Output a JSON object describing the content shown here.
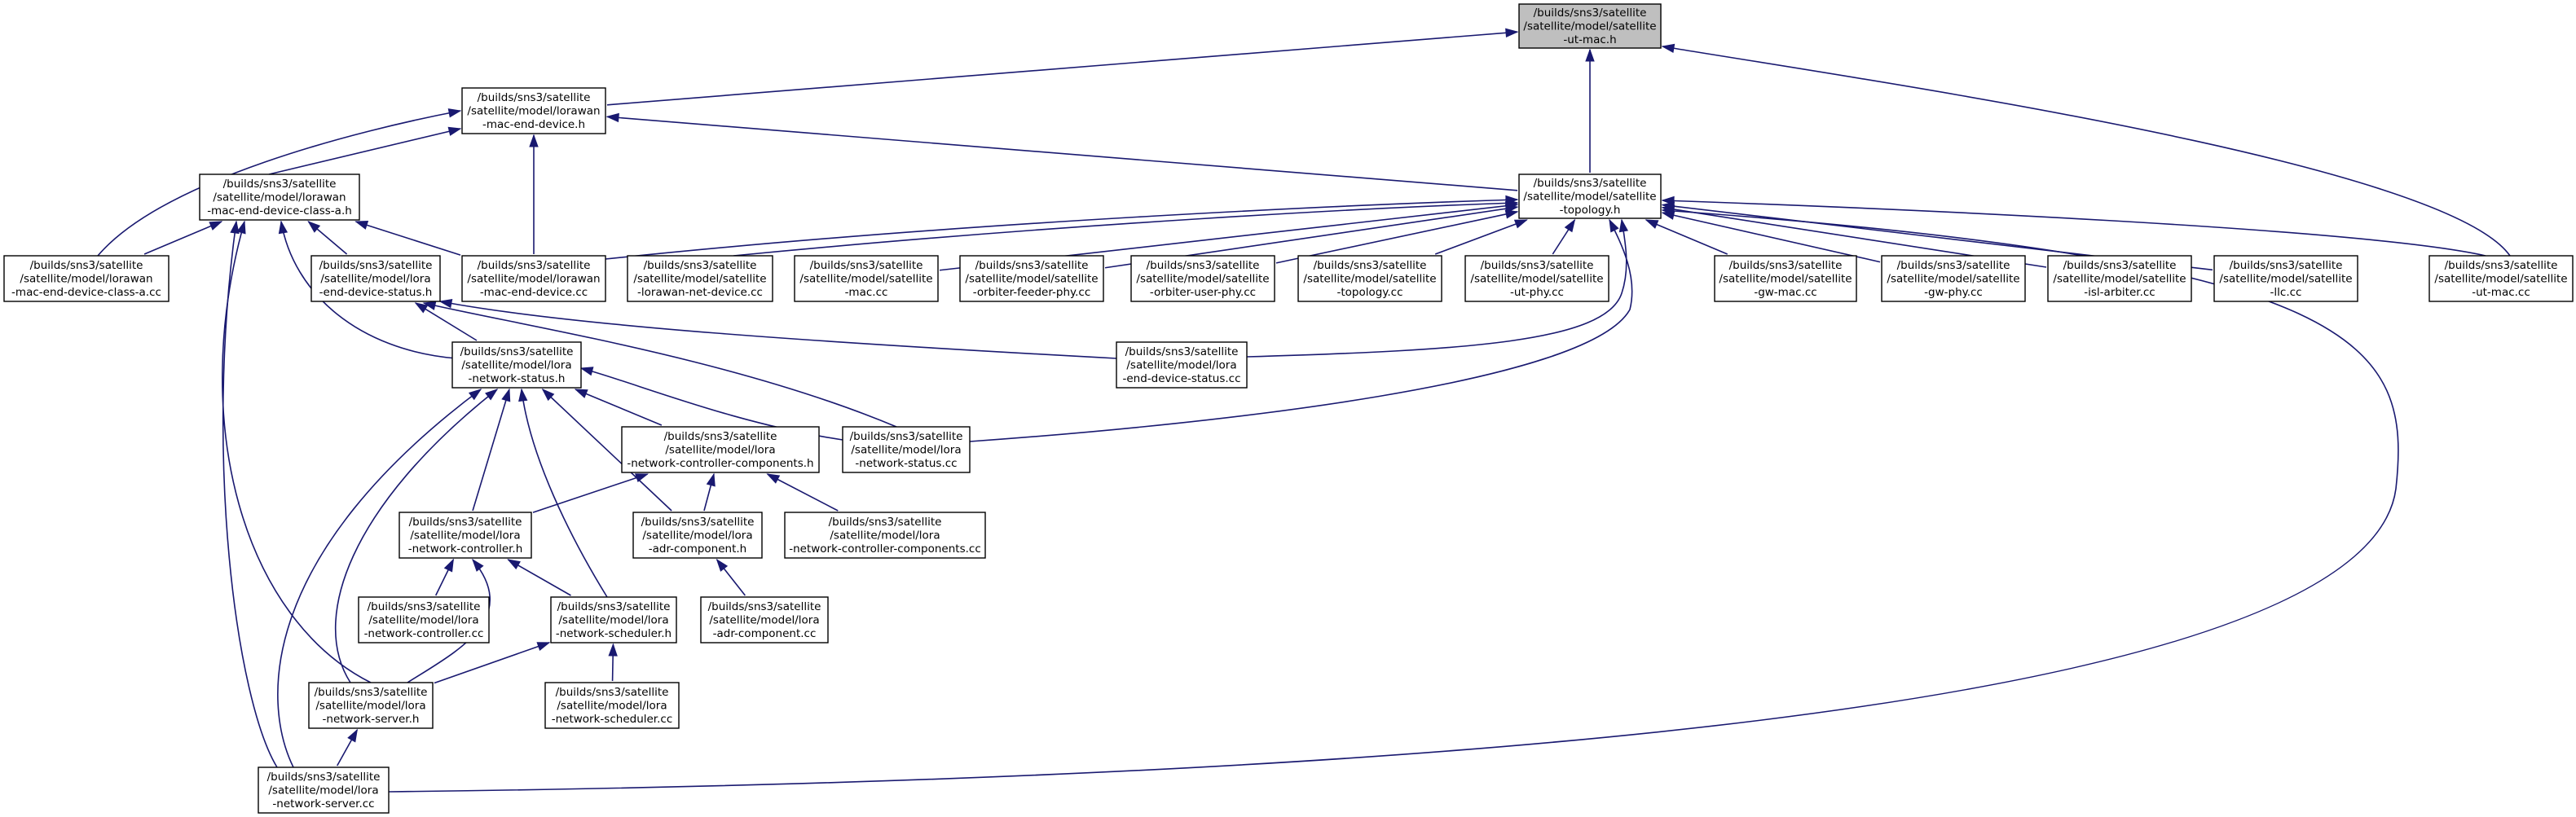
{
  "colors": {
    "edge": "#191970",
    "node_fill": "#ffffff",
    "root_fill": "#bfbfbf",
    "border": "#000000"
  },
  "nodes": {
    "ut_mac_h": [
      "/builds/sns3/satellite",
      "/satellite/model/satellite",
      "-ut-mac.h"
    ],
    "lorawan_mac_end_device_h": [
      "/builds/sns3/satellite",
      "/satellite/model/lorawan",
      "-mac-end-device.h"
    ],
    "satellite_topology_h": [
      "/builds/sns3/satellite",
      "/satellite/model/satellite",
      "-topology.h"
    ],
    "lorawan_mac_end_device_class_a_h": [
      "/builds/sns3/satellite",
      "/satellite/model/lorawan",
      "-mac-end-device-class-a.h"
    ],
    "lorawan_mac_end_device_class_a_cc": [
      "/builds/sns3/satellite",
      "/satellite/model/lorawan",
      "-mac-end-device-class-a.cc"
    ],
    "lora_end_device_status_h": [
      "/builds/sns3/satellite",
      "/satellite/model/lora",
      "-end-device-status.h"
    ],
    "lorawan_mac_end_device_cc": [
      "/builds/sns3/satellite",
      "/satellite/model/lorawan",
      "-mac-end-device.cc"
    ],
    "lorawan_net_device_cc": [
      "/builds/sns3/satellite",
      "/satellite/model/satellite",
      "-lorawan-net-device.cc"
    ],
    "satellite_mac_cc": [
      "/builds/sns3/satellite",
      "/satellite/model/satellite",
      "-mac.cc"
    ],
    "orbiter_feeder_phy_cc": [
      "/builds/sns3/satellite",
      "/satellite/model/satellite",
      "-orbiter-feeder-phy.cc"
    ],
    "orbiter_user_phy_cc": [
      "/builds/sns3/satellite",
      "/satellite/model/satellite",
      "-orbiter-user-phy.cc"
    ],
    "satellite_topology_cc": [
      "/builds/sns3/satellite",
      "/satellite/model/satellite",
      "-topology.cc"
    ],
    "ut_phy_cc": [
      "/builds/sns3/satellite",
      "/satellite/model/satellite",
      "-ut-phy.cc"
    ],
    "gw_mac_cc": [
      "/builds/sns3/satellite",
      "/satellite/model/satellite",
      "-gw-mac.cc"
    ],
    "gw_phy_cc": [
      "/builds/sns3/satellite",
      "/satellite/model/satellite",
      "-gw-phy.cc"
    ],
    "isl_arbiter_cc": [
      "/builds/sns3/satellite",
      "/satellite/model/satellite",
      "-isl-arbiter.cc"
    ],
    "llc_cc": [
      "/builds/sns3/satellite",
      "/satellite/model/satellite",
      "-llc.cc"
    ],
    "ut_mac_cc": [
      "/builds/sns3/satellite",
      "/satellite/model/satellite",
      "-ut-mac.cc"
    ],
    "lora_network_status_h": [
      "/builds/sns3/satellite",
      "/satellite/model/lora",
      "-network-status.h"
    ],
    "lora_end_device_status_cc": [
      "/builds/sns3/satellite",
      "/satellite/model/lora",
      "-end-device-status.cc"
    ],
    "lora_network_controller_components_h": [
      "/builds/sns3/satellite",
      "/satellite/model/lora",
      "-network-controller-components.h"
    ],
    "lora_network_status_cc": [
      "/builds/sns3/satellite",
      "/satellite/model/lora",
      "-network-status.cc"
    ],
    "lora_network_controller_h": [
      "/builds/sns3/satellite",
      "/satellite/model/lora",
      "-network-controller.h"
    ],
    "lora_adr_component_h": [
      "/builds/sns3/satellite",
      "/satellite/model/lora",
      "-adr-component.h"
    ],
    "lora_network_controller_components_cc": [
      "/builds/sns3/satellite",
      "/satellite/model/lora",
      "-network-controller-components.cc"
    ],
    "lora_network_controller_cc": [
      "/builds/sns3/satellite",
      "/satellite/model/lora",
      "-network-controller.cc"
    ],
    "lora_network_scheduler_h": [
      "/builds/sns3/satellite",
      "/satellite/model/lora",
      "-network-scheduler.h"
    ],
    "lora_adr_component_cc": [
      "/builds/sns3/satellite",
      "/satellite/model/lora",
      "-adr-component.cc"
    ],
    "lora_network_server_h": [
      "/builds/sns3/satellite",
      "/satellite/model/lora",
      "-network-server.h"
    ],
    "lora_network_scheduler_cc": [
      "/builds/sns3/satellite",
      "/satellite/model/lora",
      "-network-scheduler.cc"
    ],
    "lora_network_server_cc": [
      "/builds/sns3/satellite",
      "/satellite/model/lora",
      "-network-server.cc"
    ]
  },
  "edges": [
    [
      "lorawan_mac_end_device_h",
      "ut_mac_h"
    ],
    [
      "satellite_topology_h",
      "ut_mac_h"
    ],
    [
      "ut_mac_cc",
      "ut_mac_h"
    ],
    [
      "lorawan_mac_end_device_class_a_h",
      "lorawan_mac_end_device_h"
    ],
    [
      "lorawan_mac_end_device_class_a_cc",
      "lorawan_mac_end_device_h"
    ],
    [
      "lorawan_mac_end_device_cc",
      "lorawan_mac_end_device_h"
    ],
    [
      "satellite_topology_h",
      "lorawan_mac_end_device_h"
    ],
    [
      "lorawan_mac_end_device_class_a_cc",
      "lorawan_mac_end_device_class_a_h"
    ],
    [
      "lora_end_device_status_h",
      "lorawan_mac_end_device_class_a_h"
    ],
    [
      "lorawan_mac_end_device_cc",
      "lorawan_mac_end_device_class_a_h"
    ],
    [
      "lora_network_status_h",
      "lorawan_mac_end_device_class_a_h"
    ],
    [
      "lora_network_server_h",
      "lorawan_mac_end_device_class_a_h"
    ],
    [
      "lora_network_server_cc",
      "lorawan_mac_end_device_class_a_h"
    ],
    [
      "lorawan_mac_end_device_cc",
      "satellite_topology_h"
    ],
    [
      "lorawan_net_device_cc",
      "satellite_topology_h"
    ],
    [
      "satellite_mac_cc",
      "satellite_topology_h"
    ],
    [
      "orbiter_feeder_phy_cc",
      "satellite_topology_h"
    ],
    [
      "orbiter_user_phy_cc",
      "satellite_topology_h"
    ],
    [
      "satellite_topology_cc",
      "satellite_topology_h"
    ],
    [
      "ut_phy_cc",
      "satellite_topology_h"
    ],
    [
      "gw_mac_cc",
      "satellite_topology_h"
    ],
    [
      "gw_phy_cc",
      "satellite_topology_h"
    ],
    [
      "isl_arbiter_cc",
      "satellite_topology_h"
    ],
    [
      "llc_cc",
      "satellite_topology_h"
    ],
    [
      "ut_mac_cc",
      "satellite_topology_h"
    ],
    [
      "lora_end_device_status_cc",
      "satellite_topology_h"
    ],
    [
      "lora_network_status_cc",
      "satellite_topology_h"
    ],
    [
      "lora_network_server_cc",
      "satellite_topology_h"
    ],
    [
      "lora_network_status_h",
      "lora_end_device_status_h"
    ],
    [
      "lora_end_device_status_cc",
      "lora_end_device_status_h"
    ],
    [
      "lora_network_status_cc",
      "lora_end_device_status_h"
    ],
    [
      "lora_network_controller_components_h",
      "lora_network_status_h"
    ],
    [
      "lora_network_status_cc",
      "lora_network_status_h"
    ],
    [
      "lora_network_controller_h",
      "lora_network_status_h"
    ],
    [
      "lora_adr_component_h",
      "lora_network_status_h"
    ],
    [
      "lora_network_scheduler_h",
      "lora_network_status_h"
    ],
    [
      "lora_network_server_h",
      "lora_network_status_h"
    ],
    [
      "lora_network_server_cc",
      "lora_network_status_h"
    ],
    [
      "lora_network_controller_h",
      "lora_network_controller_components_h"
    ],
    [
      "lora_adr_component_h",
      "lora_network_controller_components_h"
    ],
    [
      "lora_network_controller_components_cc",
      "lora_network_controller_components_h"
    ],
    [
      "lora_network_controller_cc",
      "lora_network_controller_h"
    ],
    [
      "lora_network_scheduler_h",
      "lora_network_controller_h"
    ],
    [
      "lora_network_server_h",
      "lora_network_controller_h"
    ],
    [
      "lora_adr_component_cc",
      "lora_adr_component_h"
    ],
    [
      "lora_network_server_h",
      "lora_network_scheduler_h"
    ],
    [
      "lora_network_scheduler_cc",
      "lora_network_scheduler_h"
    ],
    [
      "lora_network_server_cc",
      "lora_network_server_h"
    ]
  ]
}
